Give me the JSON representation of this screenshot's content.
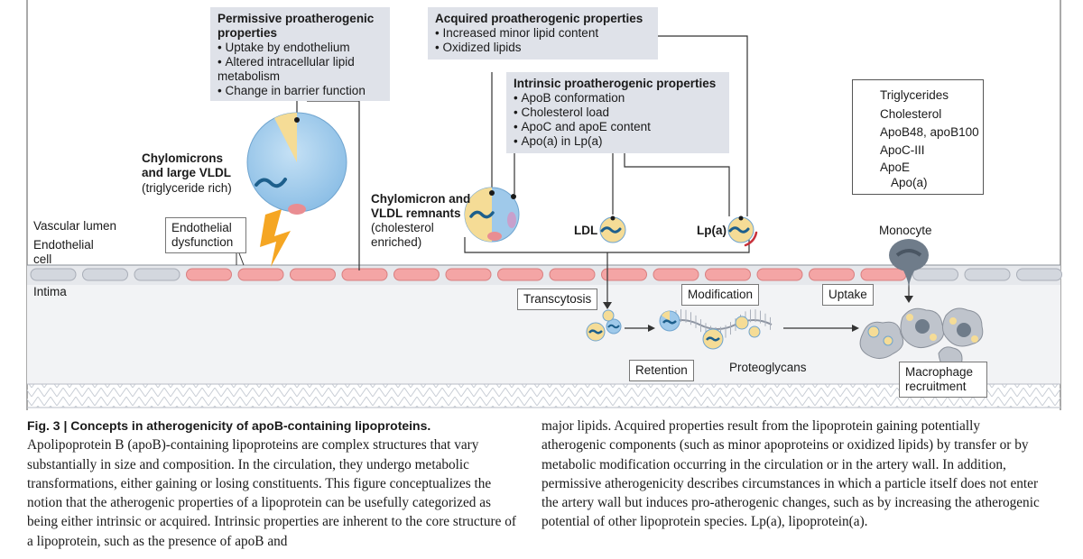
{
  "boxes": {
    "permissive": {
      "title": "Permissive proatherogenic properties",
      "items": [
        "Uptake by endothelium",
        "Altered intracellular lipid metabolism",
        "Change in barrier function"
      ]
    },
    "acquired": {
      "title": "Acquired proatherogenic properties",
      "items": [
        "Increased minor lipid content",
        "Oxidized lipids"
      ]
    },
    "intrinsic": {
      "title": "Intrinsic proatherogenic properties",
      "items": [
        "ApoB conformation",
        "Cholesterol load",
        "ApoC and apoE content",
        "Apo(a) in Lp(a)"
      ]
    }
  },
  "particles": {
    "chylo_title": "Chylomicrons and large VLDL",
    "chylo_sub": "(triglyceride rich)",
    "remnant_title": "Chylomicron and VLDL remnants",
    "remnant_sub": "(cholesterol enriched)",
    "ldl": "LDL",
    "lpa": "Lp(a)"
  },
  "layers": {
    "lumen": "Vascular lumen",
    "endo_cell": "Endothelial cell",
    "intima": "Intima",
    "dysfunction": "Endothelial dysfunction",
    "monocyte": "Monocyte"
  },
  "process": {
    "transcytosis": "Transcytosis",
    "modification": "Modification",
    "uptake": "Uptake",
    "retention": "Retention",
    "proteoglycans": "Proteoglycans",
    "macrophage": "Macrophage recruitment"
  },
  "legend": {
    "items": [
      "Triglycerides",
      "Cholesterol",
      "ApoB48, apoB100",
      "ApoC-III",
      "ApoE",
      "Apo(a)"
    ]
  },
  "colors": {
    "triglyceride": "#9fc9ea",
    "cholesterol": "#f5dc96",
    "apob": "#1d5f8c",
    "apoc3": "#e98d92",
    "apoe": "#c8a0cc",
    "apoa": "#c8313a",
    "endothelium": "#f4a5a5",
    "box_fill": "#dfe2e9",
    "lightning": "#f5a623",
    "monocyte": "#6f7c8a"
  },
  "caption": {
    "title": "Fig. 3 | Concepts in atherogenicity of apoB-containing lipoproteins.",
    "col1": "Apolipoprotein B (apoB)-containing lipoproteins are complex structures that vary substantially in size and composition. In the circulation, they undergo metabolic transformations, either gaining or losing constituents. This figure conceptualizes the notion that the atherogenic properties of a lipoprotein can be usefully categorized as being either intrinsic or acquired. Intrinsic properties are inherent to the core structure of a lipoprotein, such as the presence of apoB and",
    "col2": "major lipids. Acquired properties result from the lipoprotein gaining potentially atherogenic components (such as minor apoproteins or oxidized lipids) by transfer or by metabolic modification occurring in the circulation or in the artery wall. In addition, permissive atherogenicity describes circumstances in which a particle itself does not enter the artery wall but induces pro-atherogenic changes, such as by increasing the atherogenic potential of other lipoprotein species. Lp(a), lipoprotein(a)."
  }
}
